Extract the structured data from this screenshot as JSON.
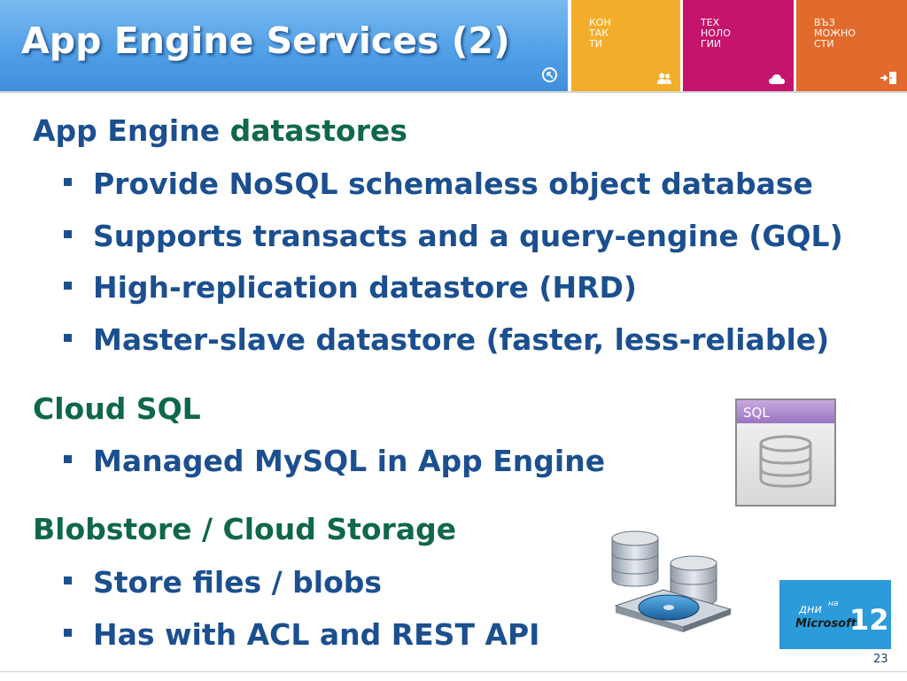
{
  "header": {
    "title": "App Engine Services (2)",
    "tiles": [
      {
        "lines": [
          "КОН",
          "ТАК",
          "ТИ"
        ],
        "icon": "people-icon",
        "color": "#f2ae2a"
      },
      {
        "lines": [
          "ТЕХ",
          "НОЛО",
          "ГИИ"
        ],
        "icon": "cloud-icon",
        "color": "#c4146b"
      },
      {
        "lines": [
          "ВЪЗ",
          "МОЖНО",
          "СТИ"
        ],
        "icon": "exit-icon",
        "color": "#e26a2c"
      }
    ]
  },
  "content": {
    "section1": {
      "heading_a": "App Engine",
      "heading_b": "datastores",
      "bullets": [
        "Provide NoSQL schemaless object database",
        "Supports transacts and a query-engine (GQL)",
        "High-replication datastore (HRD)",
        "Master-slave datastore (faster, less-reliable)"
      ]
    },
    "section2": {
      "heading": "Cloud SQL",
      "bullets": [
        "Managed MySQL in App Engine"
      ]
    },
    "section3": {
      "heading": "Blobstore / Cloud Storage",
      "bullets": [
        "Store files / blobs",
        "Has with ACL and REST API"
      ]
    }
  },
  "sql_icon": {
    "label": "SQL"
  },
  "logo": {
    "word": "дни",
    "na": "на",
    "brand": "Microsoft",
    "number": "12"
  },
  "footer": {
    "page_number": "23"
  }
}
